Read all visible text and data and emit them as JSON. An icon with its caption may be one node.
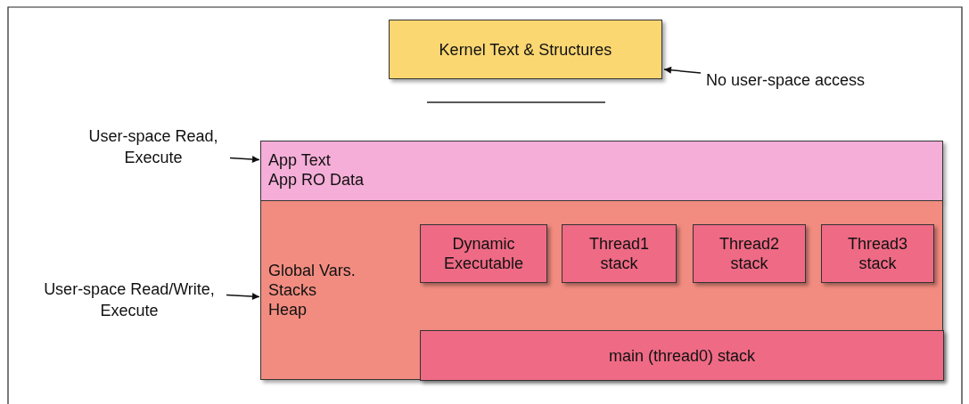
{
  "diagram": {
    "nodes": [
      {
        "text": [
          "Kernel Text & Structures"
        ]
      },
      {
        "text": [
          "No user-space access"
        ]
      },
      {
        "text": [
          "User-space Read, Execute"
        ]
      },
      {
        "text": [
          "App Text",
          "App RO Data"
        ]
      },
      {
        "text": [
          "User-space Read/Write, Execute"
        ]
      },
      {
        "text": [
          "Global Vars.",
          "Stacks",
          "Heap"
        ]
      },
      {
        "text": [
          "Dynamic Executable"
        ],
        "in": 5
      },
      {
        "text": [
          "Thread1 stack"
        ],
        "in": 5
      },
      {
        "text": [
          "Thread2 stack"
        ],
        "in": 5
      },
      {
        "text": [
          "Thread3 stack"
        ],
        "in": 5
      },
      {
        "text": [
          "main (thread0) stack"
        ],
        "in": 5
      }
    ],
    "edges": [
      {
        "from": 1,
        "to": 0,
        "arrow": "to"
      },
      {
        "from": 2,
        "to": 3,
        "arrow": "to"
      },
      {
        "from": 4,
        "to": 5,
        "arrow": "to"
      }
    ]
  }
}
